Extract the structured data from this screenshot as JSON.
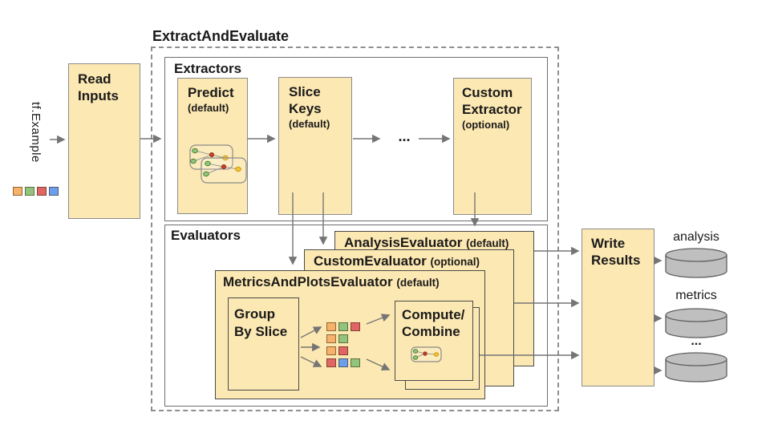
{
  "colors": {
    "box_fill": "#fce8b2",
    "orange": "#f6b26b",
    "green": "#93c47d",
    "red": "#e06666",
    "blue": "#6d9eeb",
    "yellow": "#f1c232",
    "cylinder_fill": "#bfbfbf",
    "cylinder_stroke": "#5f5f5f",
    "arrow": "#757575"
  },
  "title": "ExtractAndEvaluate",
  "input": {
    "label": "tf.Example",
    "squares": [
      "orange",
      "green",
      "red",
      "blue"
    ]
  },
  "read_inputs": {
    "line1": "Read",
    "line2": "Inputs"
  },
  "extractors": {
    "label": "Extractors",
    "predict": {
      "line1": "Predict",
      "sub": "(default)"
    },
    "slice_keys": {
      "line1": "Slice",
      "line2": "Keys",
      "sub": "(default)"
    },
    "ellipsis": "...",
    "custom": {
      "line1": "Custom",
      "line2": "Extractor",
      "sub": "(optional)"
    }
  },
  "evaluators": {
    "label": "Evaluators",
    "analysis": {
      "name": "AnalysisEvaluator",
      "sub": "(default)"
    },
    "custom": {
      "name": "CustomEvaluator",
      "sub": "(optional)"
    },
    "metrics_plots": {
      "name": "MetricsAndPlotsEvaluator",
      "sub": "(default)"
    },
    "group_by_slice": {
      "line1": "Group",
      "line2": "By Slice"
    },
    "compute_combine": {
      "line1": "Compute/",
      "line2": "Combine"
    },
    "slice_rows": [
      [
        "orange",
        "green",
        "red"
      ],
      [
        "orange",
        "green"
      ],
      [
        "orange",
        "red"
      ],
      [
        "red",
        "blue",
        "green"
      ]
    ]
  },
  "write_results": {
    "line1": "Write",
    "line2": "Results"
  },
  "outputs": [
    {
      "label": "analysis"
    },
    {
      "label": "metrics"
    },
    {
      "label": "..."
    }
  ]
}
